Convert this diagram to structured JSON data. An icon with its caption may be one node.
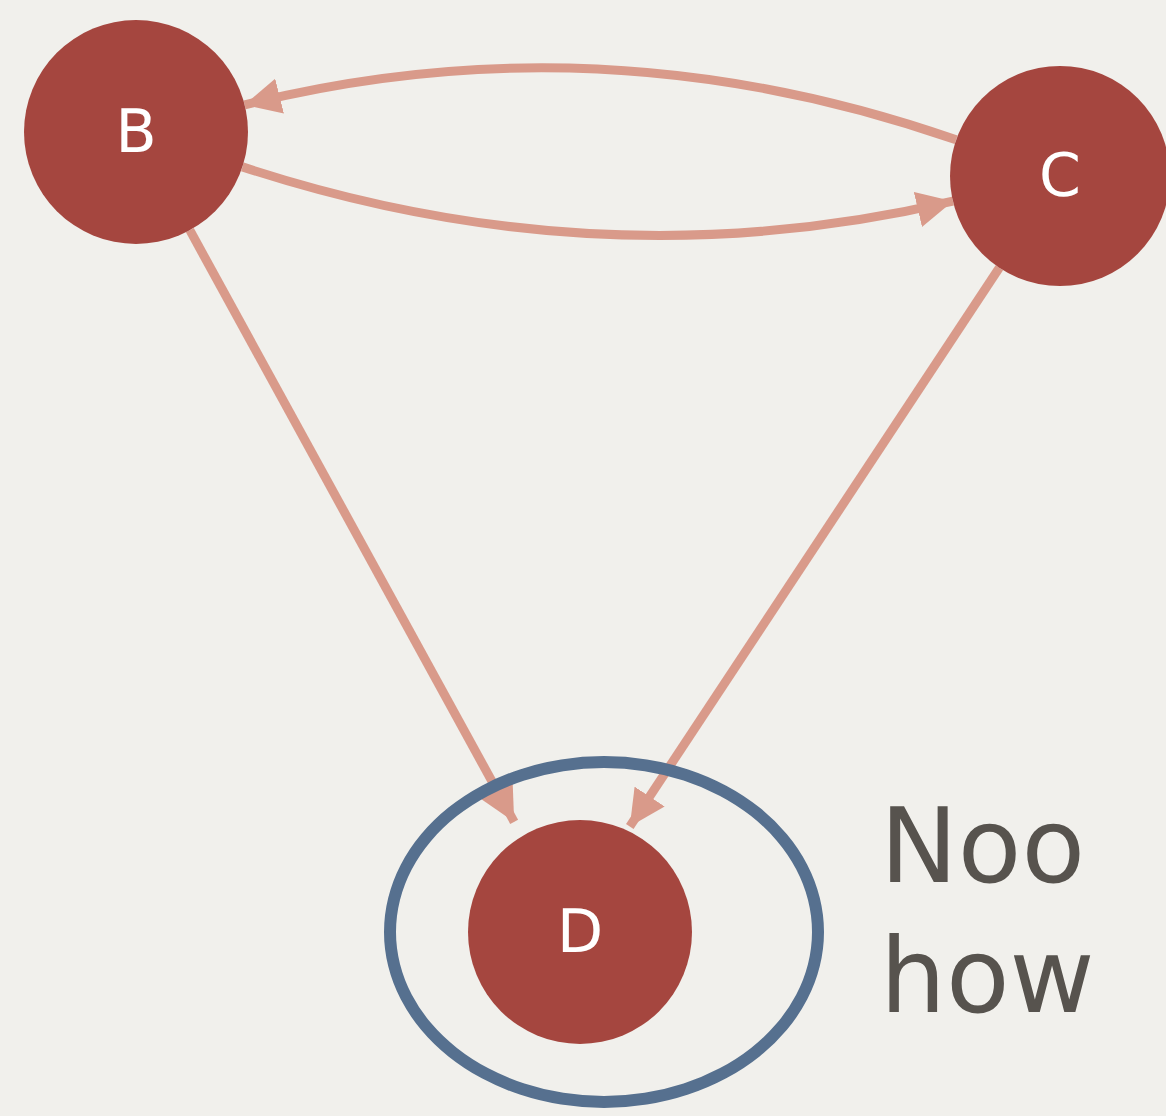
{
  "diagram": {
    "nodes": [
      {
        "text": [
          "B"
        ]
      },
      {
        "text": [
          "C"
        ]
      },
      {
        "text": [],
        "shape": "circle"
      },
      {
        "text": [
          "D"
        ],
        "in": 2
      }
    ],
    "edges": [
      {
        "from": 1,
        "to": 0,
        "arrow": "to"
      },
      {
        "from": 0,
        "to": 1,
        "arrow": "to"
      },
      {
        "from": 0,
        "to": 3,
        "arrow": "to"
      },
      {
        "from": 1,
        "to": 3,
        "arrow": "to"
      }
    ],
    "labels": [
      "Noo how"
    ]
  }
}
